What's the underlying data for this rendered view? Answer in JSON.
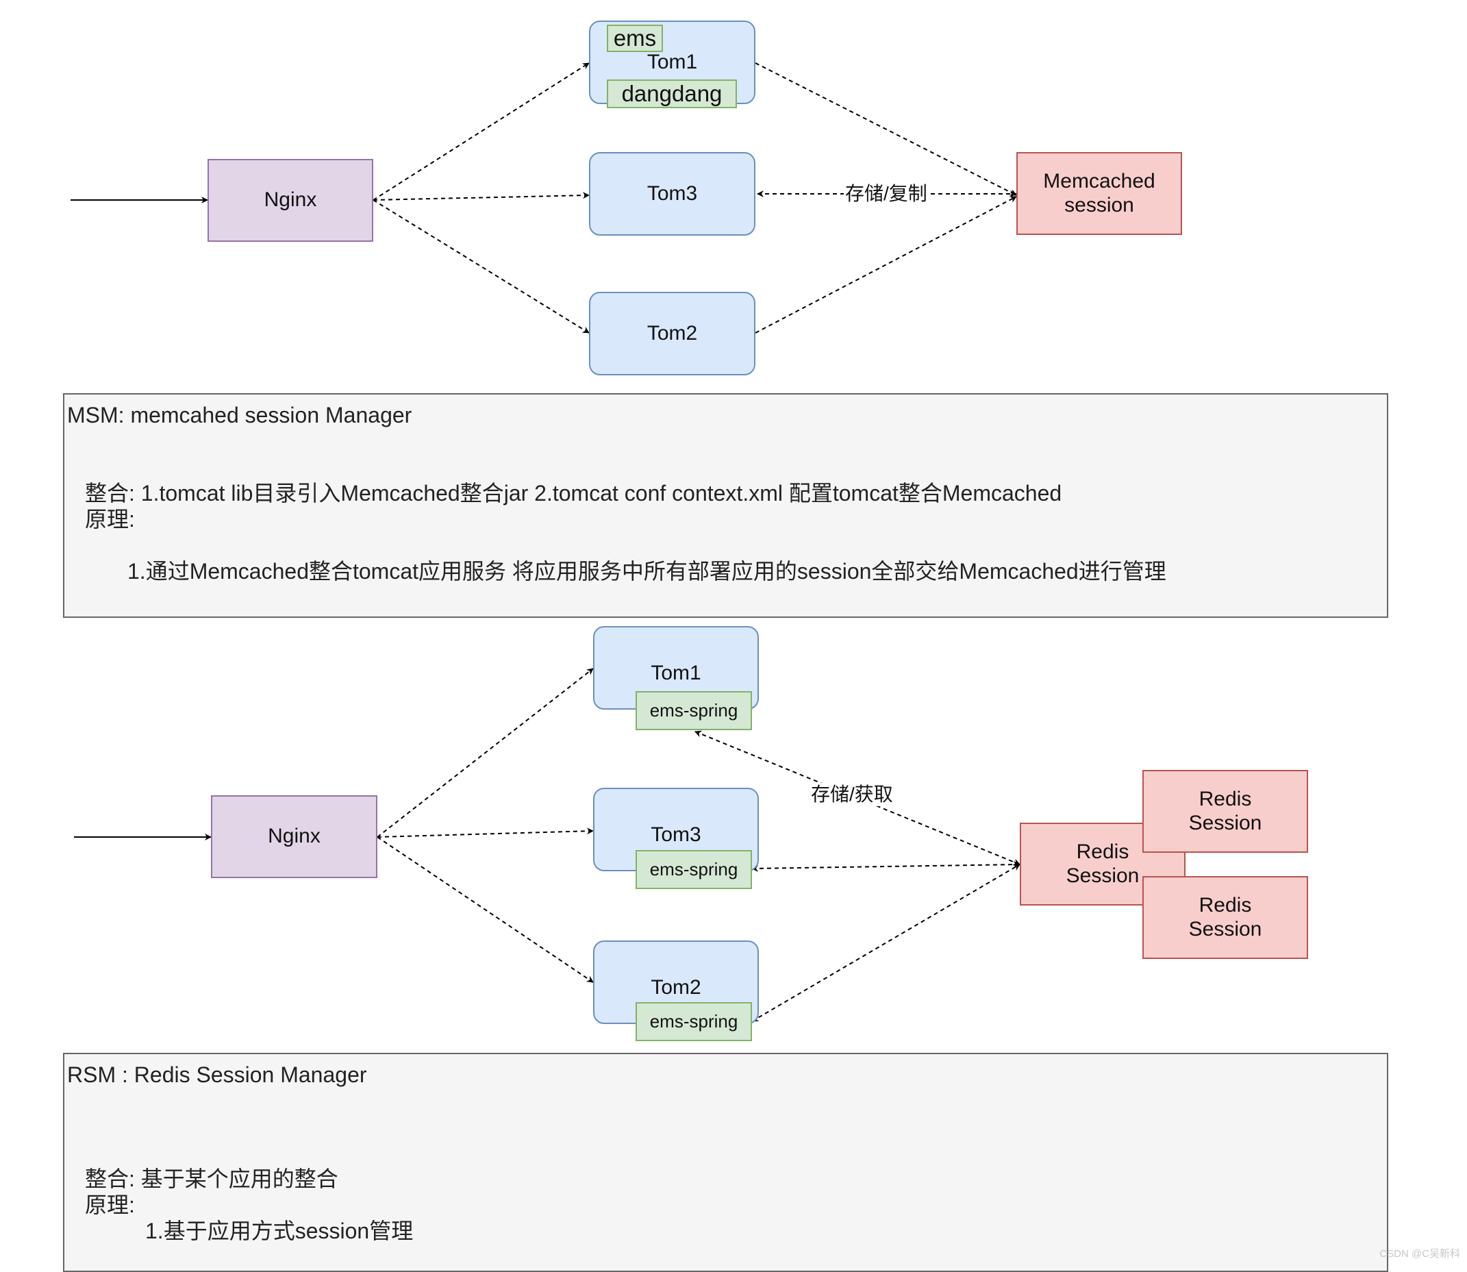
{
  "colors": {
    "nginx_fill": "#e1d5e7",
    "tomcat_fill": "#dae8fc",
    "app_fill": "#d5e8d4",
    "session_fill": "#f8cecc",
    "note_fill": "#f5f5f5"
  },
  "top": {
    "nginx": "Nginx",
    "tom1": "Tom1",
    "tom1_app_top": "ems",
    "tom1_app_bottom": "dangdang",
    "tom3": "Tom3",
    "tom2": "Tom2",
    "memcached": "Memcached\nsession",
    "edge_label": "存储/复制"
  },
  "msm_note": {
    "title": "MSM: memcahed session Manager",
    "line1": "整合: 1.tomcat lib目录引入Memcached整合jar  2.tomcat conf context.xml 配置tomcat整合Memcached",
    "line2": "原理:",
    "line3": "1.通过Memcached整合tomcat应用服务 将应用服务中所有部署应用的session全部交给Memcached进行管理"
  },
  "bottom": {
    "nginx": "Nginx",
    "tom1": "Tom1",
    "tom3": "Tom3",
    "tom2": "Tom2",
    "app": "ems-spring",
    "redis": "Redis\nSession",
    "edge_label": "存储/获取"
  },
  "rsm_note": {
    "title": "RSM : Redis Session Manager",
    "line1": "整合: 基于某个应用的整合",
    "line2": "原理:",
    "line3": "1.基于应用方式session管理"
  },
  "watermark": "CSDN @C吴新科"
}
